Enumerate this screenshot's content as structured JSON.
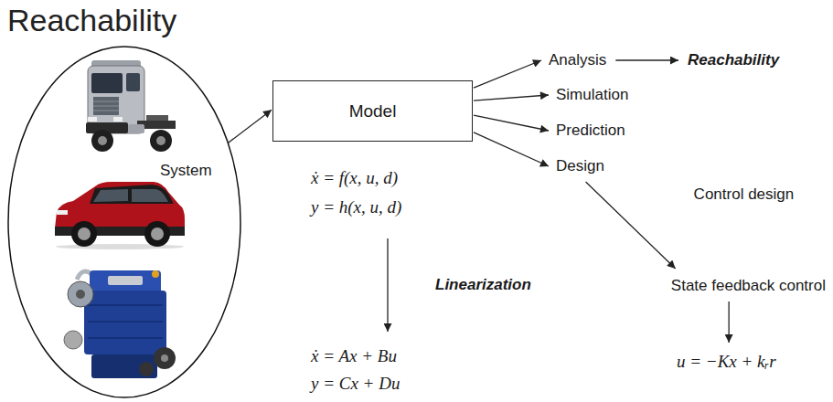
{
  "diagram": {
    "title": "Reachability",
    "nodes": [
      {
        "text": [
          "System"
        ]
      },
      {
        "text": [
          "Model"
        ]
      },
      {
        "text": [
          "Analysis"
        ]
      },
      {
        "text": [
          "Reachability"
        ]
      },
      {
        "text": [
          "Simulation"
        ]
      },
      {
        "text": [
          "Prediction"
        ]
      },
      {
        "text": [
          "Design"
        ]
      },
      {
        "text": [
          "ẋ = f(x, u, d)",
          "y = h(x, u, d)"
        ]
      },
      {
        "text": [
          "ẋ = Ax + Bu",
          "y = Cx + Du"
        ]
      },
      {
        "text": [
          "State feedback control"
        ]
      },
      {
        "text": [
          "u = −Kx + kᵣr"
        ]
      }
    ],
    "edges": [
      {
        "from": 0,
        "to": 1,
        "arrow": "to"
      },
      {
        "from": 1,
        "to": 2,
        "arrow": "to"
      },
      {
        "from": 1,
        "to": 4,
        "arrow": "to"
      },
      {
        "from": 1,
        "to": 5,
        "arrow": "to"
      },
      {
        "from": 1,
        "to": 6,
        "arrow": "to"
      },
      {
        "from": 2,
        "to": 3,
        "arrow": "to"
      },
      {
        "from": 6,
        "to": 9,
        "label": "Control design",
        "arrow": "to"
      },
      {
        "from": 9,
        "to": 10,
        "arrow": "to"
      },
      {
        "from": 7,
        "to": 8,
        "label": "Linearization",
        "arrow": "to"
      }
    ]
  }
}
